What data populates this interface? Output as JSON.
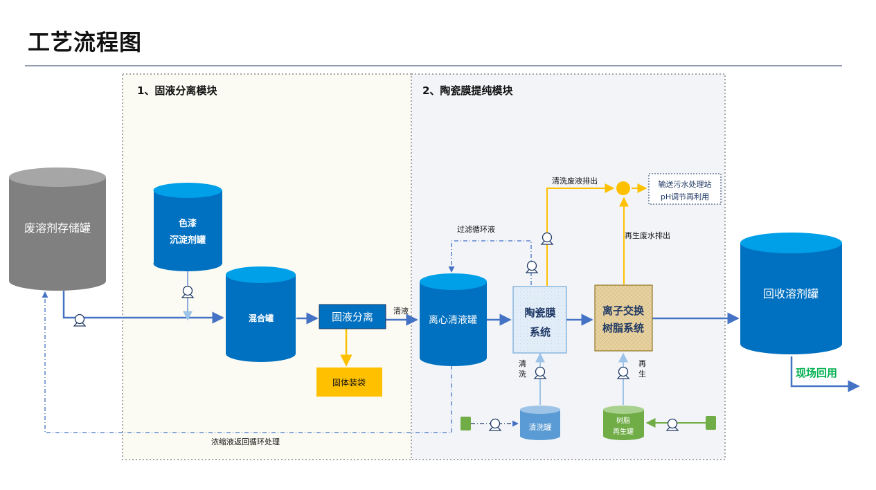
{
  "title": "工艺流程图",
  "modules": {
    "solid_liquid": "1、固液分离模块",
    "ceramic": "2、陶瓷膜提纯模块"
  },
  "tanks": {
    "waste_solvent": "废溶剂存储罐",
    "paint_settler_line1": "色漆",
    "paint_settler_line2": "沉淀剂罐",
    "mixing": "混合罐",
    "centrifuge_clear": "离心清液罐",
    "recovered_solvent": "回收溶剂罐",
    "cleaning": "清洗罐",
    "resin_regen_line1": "树脂",
    "resin_regen_line2": "再生罐"
  },
  "boxes": {
    "solid_liquid_sep": "固液分离",
    "solid_bagging": "固体装袋",
    "ceramic_line1": "陶瓷膜",
    "ceramic_line2": "系统",
    "ion_exchange_line1": "离子交换",
    "ion_exchange_line2": "树脂系统",
    "sewage_line1": "输送污水处理站",
    "sewage_line2": "pH调节再利用"
  },
  "labels": {
    "clear_liquid": "清液",
    "filter_loop": "过滤循环液",
    "wash_discharge": "清洗废液排出",
    "regen_discharge": "再生废水排出",
    "wash_1": "清",
    "wash_2": "洗",
    "regen_1": "再",
    "regen_2": "生",
    "concentrate_return": "浓缩液返回循环处理",
    "onsite_reuse": "现场回用"
  },
  "colors": {
    "tank_blue": "#0070C0",
    "tank_blue_top": "#00A0E9",
    "pipe_blue": "#4472C4",
    "gray_tank": "#808080",
    "yellow": "#FFC000",
    "green": "#70AD47",
    "reuse_text": "#00B050",
    "module1_bg": "#FBFBF3",
    "module2_bg": "#F2F4F8"
  }
}
